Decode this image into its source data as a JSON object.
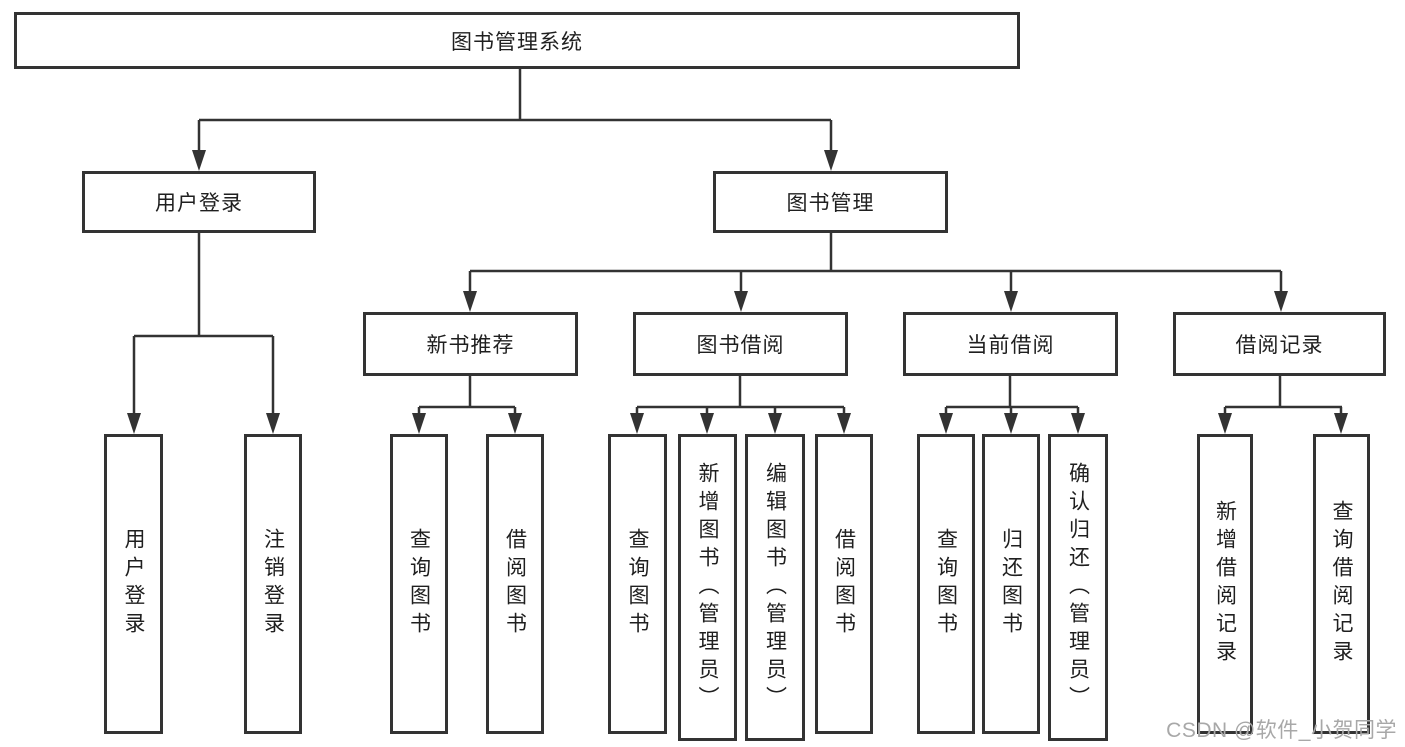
{
  "nodes": {
    "root": "图书管理系统",
    "login": {
      "label": "用户登录",
      "children": [
        "用户登录",
        "注销登录"
      ]
    },
    "mgmt": {
      "label": "图书管理"
    },
    "groups": [
      {
        "label": "新书推荐",
        "children": [
          "查询图书",
          "借阅图书"
        ]
      },
      {
        "label": "图书借阅",
        "children": [
          "查询图书",
          "新增图书（管理员）",
          "编辑图书（管理员）",
          "借阅图书"
        ]
      },
      {
        "label": "当前借阅",
        "children": [
          "查询图书",
          "归还图书",
          "确认归还（管理员）"
        ]
      },
      {
        "label": "借阅记录",
        "children": [
          "新增借阅记录",
          "查询借阅记录"
        ]
      }
    ]
  },
  "watermark": "CSDN @软件_小贺同学",
  "colors": {
    "line": "#333333",
    "text": "#1f1f1f",
    "watermark": "#a8a8a8",
    "bg": "#ffffff"
  }
}
